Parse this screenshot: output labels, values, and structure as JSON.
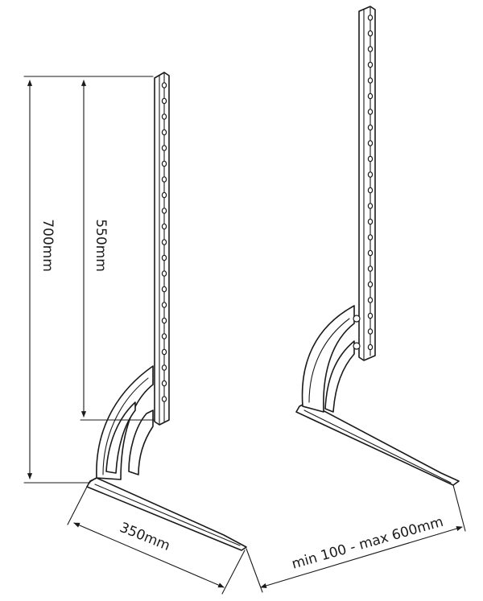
{
  "dimensions": {
    "overall_height": "700mm",
    "bracket_height": "550mm",
    "foot_length": "350mm",
    "foot_spacing": "min 100 - max 600mm"
  },
  "colors": {
    "line": "#1a1a1a",
    "background": "#ffffff"
  }
}
